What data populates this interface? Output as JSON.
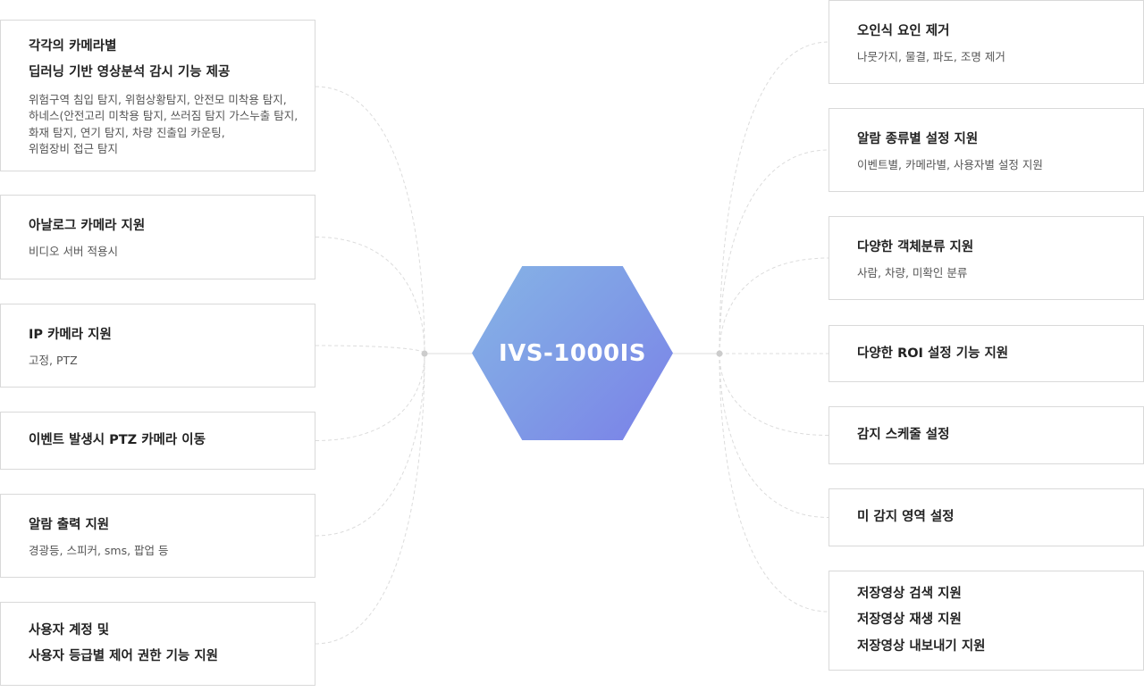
{
  "hub": {
    "label": "IVS-1000IS"
  },
  "left_features": [
    {
      "title_lines": [
        "각각의 카메라별",
        "딥러닝 기반 영상분석 감시 기능 제공"
      ],
      "desc_lines": [
        "위험구역 침입 탐지, 위험상황탐지, 안전모 미착용 탐지,",
        "하네스(안전고리 미착용 탐지, 쓰러짐 탐지 가스누출 탐지,",
        "화재 탐지, 연기 탐지, 차량 진출입 카운팅,",
        "위험장비 접근 탐지"
      ]
    },
    {
      "title_lines": [
        "아날로그 카메라 지원"
      ],
      "desc_lines": [
        "비디오 서버 적용시"
      ]
    },
    {
      "title_lines": [
        "IP 카메라 지원"
      ],
      "desc_lines": [
        "고정, PTZ"
      ]
    },
    {
      "title_lines": [
        "이벤트 발생시 PTZ 카메라 이동"
      ],
      "desc_lines": []
    },
    {
      "title_lines": [
        "알람 출력 지원"
      ],
      "desc_lines": [
        "경광등, 스피커, sms, 팝업 등"
      ]
    },
    {
      "title_lines": [
        "사용자 계정 및",
        "사용자 등급별 제어 권한 기능 지원"
      ],
      "desc_lines": []
    }
  ],
  "right_features": [
    {
      "title_lines": [
        "오인식 요인 제거"
      ],
      "desc_lines": [
        "나뭇가지, 물결, 파도, 조명 제거"
      ]
    },
    {
      "title_lines": [
        "알람 종류별 설정 지원"
      ],
      "desc_lines": [
        "이벤트별, 카메라별, 사용자별 설정 지원"
      ]
    },
    {
      "title_lines": [
        "다양한 객체분류 지원"
      ],
      "desc_lines": [
        "사람, 차량, 미확인 분류"
      ]
    },
    {
      "title_lines": [
        "다양한 ROI 설정 기능 지원"
      ],
      "desc_lines": []
    },
    {
      "title_lines": [
        "감지 스케줄 설정"
      ],
      "desc_lines": []
    },
    {
      "title_lines": [
        "미 감지 영역 설정"
      ],
      "desc_lines": []
    },
    {
      "title_lines": [
        "저장영상 검색 지원",
        "저장영상 재생 지원",
        "저장영상 내보내기 지원"
      ],
      "desc_lines": []
    }
  ],
  "colors": {
    "card_border": "#d9d9d9",
    "connector": "#dcdcdc",
    "hub_start": "#86b4e5",
    "hub_end": "#7b80e8",
    "junction": "#cccccc"
  }
}
